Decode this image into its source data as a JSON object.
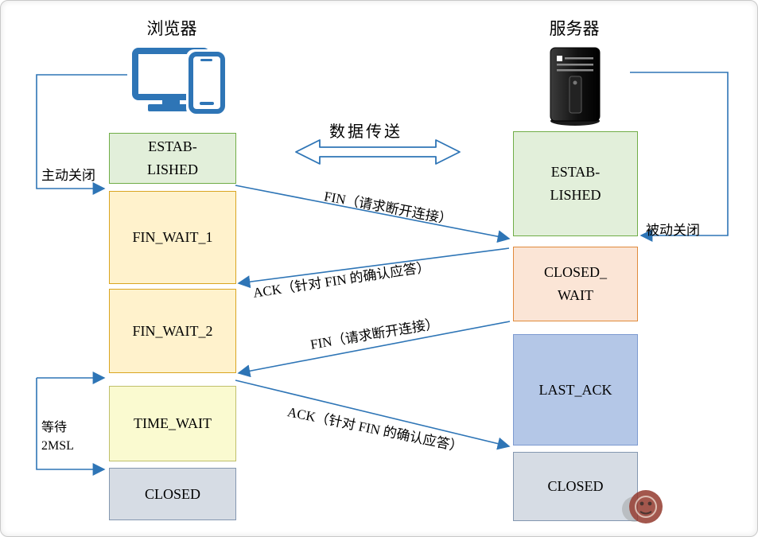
{
  "diagram": {
    "title_left": "浏览器",
    "title_right": "服务器",
    "data_transfer_label": "数据传送"
  },
  "browser_states": [
    {
      "name": "established",
      "line1": "ESTAB-",
      "line2": "LISHED"
    },
    {
      "name": "fin_wait_1",
      "label": "FIN_WAIT_1"
    },
    {
      "name": "fin_wait_2",
      "label": "FIN_WAIT_2"
    },
    {
      "name": "time_wait",
      "label": "TIME_WAIT"
    },
    {
      "name": "closed",
      "label": "CLOSED"
    }
  ],
  "server_states": [
    {
      "name": "established",
      "line1": "ESTAB-",
      "line2": "LISHED"
    },
    {
      "name": "closed_wait",
      "line1": "CLOSED_",
      "line2": "WAIT"
    },
    {
      "name": "last_ack",
      "label": "LAST_ACK"
    },
    {
      "name": "closed",
      "label": "CLOSED"
    }
  ],
  "messages": [
    {
      "label": "FIN（请求断开连接）"
    },
    {
      "label": "ACK（针对 FIN 的确认应答）"
    },
    {
      "label": "FIN（请求断开连接）"
    },
    {
      "label": "ACK（针对 FIN 的确认应答）"
    }
  ],
  "annotations": {
    "active_close": "主动关闭",
    "passive_close": "被动关闭",
    "wait_line1": "等待",
    "wait_line2": "2MSL"
  },
  "colors": {
    "arrow_blue": "#2E75B6",
    "established_fill": "#E2EFDA",
    "established_border": "#70AD47",
    "fin_wait_fill": "#FFF2CC",
    "fin_wait_border": "#D9A521",
    "time_wait_fill": "#FAFAD0",
    "time_wait_border": "#BFBF6B",
    "closed_fill": "#D6DCE4",
    "closed_border": "#8497B0",
    "closed_wait_fill": "#FBE5D6",
    "closed_wait_border": "#E08A3C",
    "last_ack_fill": "#B4C7E7",
    "last_ack_border": "#7C9AD0"
  }
}
